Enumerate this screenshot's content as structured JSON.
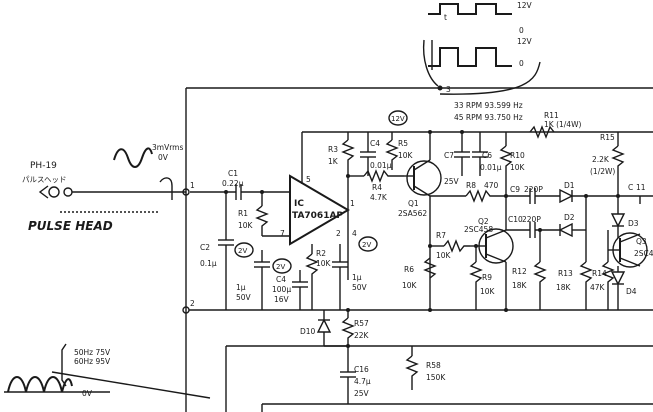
{
  "labels": {
    "pulse_wave_voltage_high": "12V",
    "pulse_wave_voltage_zero": "0",
    "pulse_wave_voltage_high2": "12V",
    "pulse_wave_voltage_zero2": "0",
    "pulse_wave_period": "t",
    "node_3": "3",
    "badge_12v": "12V",
    "freq_33": "33 RPM 93.599 Hz",
    "freq_45": "45 RPM 93.750 Hz",
    "r11": "R11",
    "r11_value": "1K (1/4W)",
    "r15": "R15",
    "r15_value": "2.2K",
    "r15_watt": "(1/2W)",
    "pickup_name": "PH-19",
    "pickup_jp": "パルスヘッド",
    "pulse_head": "PULSE HEAD",
    "sine_level": "3mVrms",
    "sine_dc": "0V",
    "c1": "C1",
    "c1_value": "0.22μ",
    "r1": "R1",
    "r1_value": "10K",
    "c2": "C2",
    "c2_value": "0.1μ",
    "badge_2v_a": "2V",
    "badge_2v_b": "2V",
    "badge_2v_c": "2V",
    "ic_line1": "IC",
    "ic_line2": "TA7061AP",
    "pin_5": "5",
    "pin_7": "7",
    "pin_2": "2",
    "pin_4": "4",
    "pin_1": "1",
    "node_1": "1",
    "node_2": "2",
    "r3": "R3",
    "r3_value": "1K",
    "c4": "C4",
    "c4_value": "0.01μ",
    "r5": "R5",
    "r5_value": "10K",
    "r4": "R4",
    "r4_value": "4.7K",
    "q1": "Q1",
    "q1_type": "2SA562",
    "c7": "C7",
    "c7_value": "25V",
    "c6": "C6",
    "c6_value": "0.01μ",
    "r10": "R10",
    "r10_value": "10K",
    "r8": "R8",
    "r8_value": "470",
    "c9": "C9",
    "c9_value": "220P",
    "d1": "D1",
    "c10": "C10",
    "c10_value": "220P",
    "d2": "D2",
    "q2": "Q2",
    "q2_type": "2SC458",
    "r7": "R7",
    "r7_value": "10K",
    "r6": "R6",
    "r6_value": "10K",
    "r9": "R9",
    "r9_value": "10K",
    "r12": "R12",
    "r12_value": "18K",
    "r13": "R13",
    "r13_value": "18K",
    "r14": "R14",
    "r14_value": "47K",
    "d3": "D3",
    "d4": "D4",
    "q3": "Q3",
    "q3_type": "2SC4",
    "c_star": "C",
    "c_star_suffix": "11",
    "r2": "R2",
    "r2_value": "10K",
    "c4b": "C4",
    "c4b_value": "100μ",
    "c4b_volt": "16V",
    "c3_value": "1μ",
    "c3_volt": "50V",
    "c5_value": "1μ",
    "c5_volt": "50V",
    "d10": "D10",
    "r57": "R57",
    "r57_value": "22K",
    "c16": "C16",
    "c16_value": "4.7μ",
    "c16_volt": "25V",
    "r58": "R58",
    "r58_value": "150K",
    "ac_50": "50Hz 75V",
    "ac_60": "60Hz 95V",
    "ac_0v": "0V"
  }
}
